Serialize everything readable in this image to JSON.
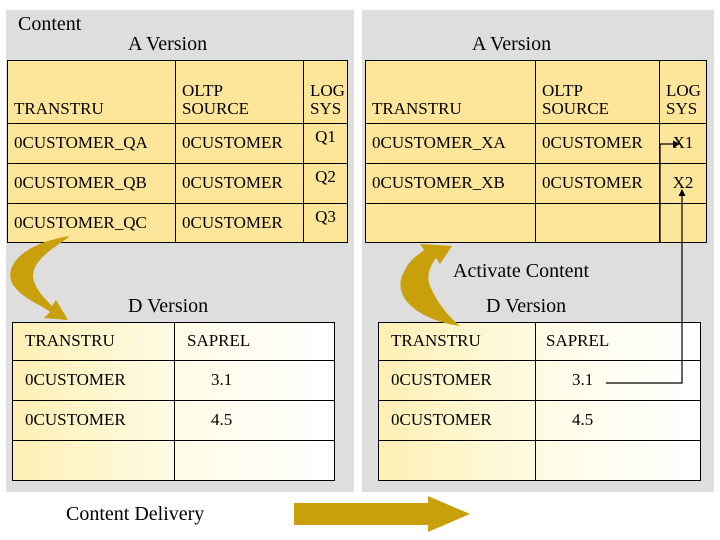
{
  "content_label": "Content",
  "activate_label": "Activate Content",
  "delivery_label": "Content Delivery",
  "colors": {
    "panel": "#dedede",
    "a_table": "#fde59a",
    "arrow": "#c7a00b"
  },
  "left": {
    "a_title": "A Version",
    "a_headers": {
      "transtru": "TRANSTRU",
      "oltp1": "OLTP",
      "oltp2": "SOURCE",
      "log1": "LOG",
      "log2": "SYS"
    },
    "a_rows": [
      {
        "transtru": "0CUSTOMER_QA",
        "oltp": "0CUSTOMER",
        "log": "Q1"
      },
      {
        "transtru": "0CUSTOMER_QB",
        "oltp": "0CUSTOMER",
        "log": "Q2"
      },
      {
        "transtru": "0CUSTOMER_QC",
        "oltp": "0CUSTOMER",
        "log": "Q3"
      }
    ],
    "d_title": "D Version",
    "d_headers": {
      "transtru": "TRANSTRU",
      "saprel": "SAPREL"
    },
    "d_rows": [
      {
        "transtru": "0CUSTOMER",
        "saprel": "3.1"
      },
      {
        "transtru": "0CUSTOMER",
        "saprel": "4.5"
      }
    ]
  },
  "right": {
    "a_title": "A Version",
    "a_headers": {
      "transtru": "TRANSTRU",
      "oltp1": "OLTP",
      "oltp2": "SOURCE",
      "log1": "LOG",
      "log2": "SYS"
    },
    "a_rows": [
      {
        "transtru": "0CUSTOMER_XA",
        "oltp": "0CUSTOMER",
        "log": "X1"
      },
      {
        "transtru": "0CUSTOMER_XB",
        "oltp": "0CUSTOMER",
        "log": "X2"
      }
    ],
    "d_title": "D Version",
    "d_headers": {
      "transtru": "TRANSTRU",
      "saprel": "SAPREL"
    },
    "d_rows": [
      {
        "transtru": "0CUSTOMER",
        "saprel": "3.1"
      },
      {
        "transtru": "0CUSTOMER",
        "saprel": "4.5"
      }
    ]
  }
}
